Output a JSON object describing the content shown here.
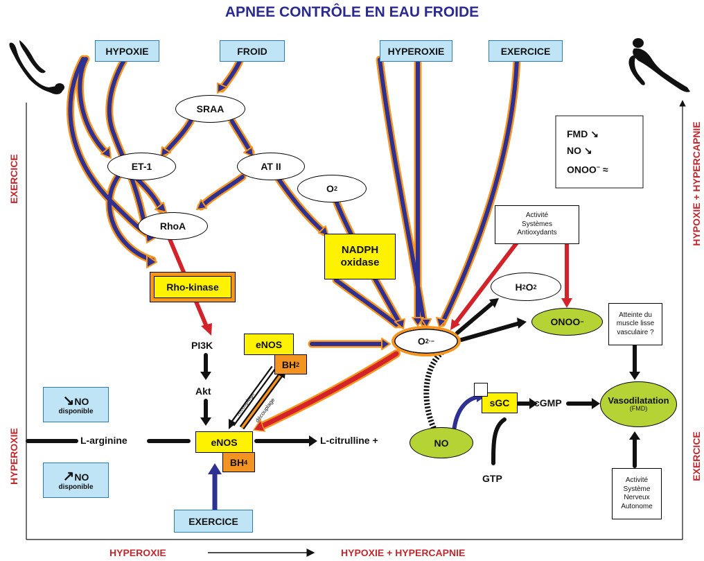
{
  "title": "APNEE CONTRÔLE EN EAU FROIDE",
  "axes": {
    "left_top": "EXERCICE",
    "left_bottom": "HYPEROXIE",
    "right_top": "HYPOXIE + HYPERCAPNIE",
    "right_bottom": "EXERCICE",
    "bottom_left": "HYPEROXIE",
    "bottom_right": "HYPOXIE + HYPERCAPNIE"
  },
  "stimuli": {
    "hypoxie": "HYPOXIE",
    "froid": "FROID",
    "hyperoxie": "HYPEROXIE",
    "exercice": "EXERCICE",
    "exercice_bottom": "EXERCICE"
  },
  "nodes": {
    "sraa": "SRAA",
    "et1": "ET-1",
    "at2": "AT II",
    "o2_main": "O",
    "o2_sub": "2",
    "rhoa": "RhoA",
    "nadph_line1": "NADPH",
    "nadph_line2": "oxidase",
    "rho_kinase": "Rho-kinase",
    "pi3k": "PI3K",
    "akt": "Akt",
    "enos_top": "eNOS",
    "bh2_main": "BH",
    "bh2_sub": "2",
    "enos_main": "eNOS",
    "bh4_main": "BH",
    "bh4_sub": "4",
    "superoxide_main": "O",
    "superoxide_sub": "2",
    "superoxide_sup": "·−",
    "h2o2_main": "H",
    "h2o2_sub1": "2",
    "h2o2_mid": "O",
    "h2o2_sub2": "2",
    "onoo_main": "ONOO",
    "onoo_sup": "−",
    "l_arginine": "L-arginine",
    "l_citrulline": "L-citrulline +",
    "no": "NO",
    "sgc": "sGC",
    "cgmp": "cGMP",
    "gtp": "GTP",
    "vasodilatation": "Vasodilatation",
    "fmd": "(FMD)"
  },
  "info_boxes": {
    "antioxydants": [
      "Activité",
      "Systèmes",
      "Antioxydants"
    ],
    "muscle": [
      "Atteinte du",
      "muscle lisse",
      "vasculaire ?"
    ],
    "sna": [
      "Activité",
      "Système",
      "Nerveux",
      "Autonome"
    ]
  },
  "summary": {
    "fmd": "FMD ↘",
    "no": "NO ↘",
    "onoo_main": "ONOO",
    "onoo_sup": "−",
    "onoo_rel": " ≈"
  },
  "no_boxes": {
    "down_arrow": "↘",
    "down_label": "NO",
    "down_sub": "disponible",
    "up_arrow": "↗",
    "up_label": "NO",
    "up_sub": "disponible"
  },
  "coupling": {
    "recouplage": "recouplage",
    "decouplage": "découplage"
  },
  "colors": {
    "title": "#2b2b8f",
    "axis_red": "#c0282d",
    "pathway_blue": "#2e3192",
    "pathway_outline": "#f7941d",
    "inhibition_red": "#d2232a",
    "stimulus_box": "#bfe4f6",
    "enzyme_yellow": "#fff200",
    "cofactor_orange": "#f39321",
    "product_green": "#b5d334"
  }
}
